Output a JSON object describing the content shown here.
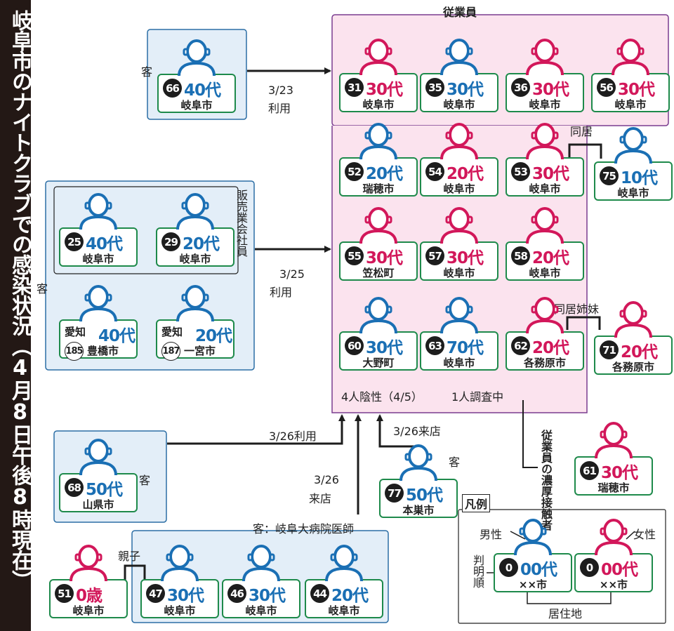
{
  "title": "岐阜市のナイトクラブでの感染状況（4月8日午後8時現在）",
  "colors": {
    "male": "#1a6fb4",
    "female": "#d2175a",
    "card_border": "#1e8a4b",
    "employee_bg": "#fbe3ee",
    "guest_bg": "#e3eef8"
  },
  "groups": {
    "employees": "従業員",
    "guest": "客",
    "sales_staff": "販売業会社員",
    "doctors": "客：岐阜大病院医師",
    "close_contact": "従業員の濃厚接触者",
    "legend": "凡例"
  },
  "edges": {
    "e1": "3/23",
    "e1b": "利用",
    "e2": "3/25",
    "e2b": "利用",
    "e3": "3/26利用",
    "e4": "3/26",
    "e4b": "来店",
    "e5": "3/26来店"
  },
  "notes": {
    "cohabit": "同居",
    "sisters": "同居姉妹",
    "parent_child": "親子",
    "negative": "4人陰性（4/5）",
    "investigating": "1人調査中"
  },
  "cases": [
    {
      "id": "66",
      "age": "40代",
      "city": "岐阜市",
      "sex": "male"
    },
    {
      "id": "31",
      "age": "30代",
      "city": "岐阜市",
      "sex": "female"
    },
    {
      "id": "35",
      "age": "30代",
      "city": "岐阜市",
      "sex": "male"
    },
    {
      "id": "36",
      "age": "30代",
      "city": "岐阜市",
      "sex": "female"
    },
    {
      "id": "56",
      "age": "30代",
      "city": "岐阜市",
      "sex": "female"
    },
    {
      "id": "52",
      "age": "20代",
      "city": "瑞穂市",
      "sex": "male"
    },
    {
      "id": "54",
      "age": "20代",
      "city": "岐阜市",
      "sex": "female"
    },
    {
      "id": "53",
      "age": "30代",
      "city": "岐阜市",
      "sex": "female"
    },
    {
      "id": "75",
      "age": "10代",
      "city": "岐阜市",
      "sex": "male"
    },
    {
      "id": "55",
      "age": "30代",
      "city": "笠松町",
      "sex": "female"
    },
    {
      "id": "57",
      "age": "30代",
      "city": "岐阜市",
      "sex": "female"
    },
    {
      "id": "58",
      "age": "20代",
      "city": "岐阜市",
      "sex": "female"
    },
    {
      "id": "60",
      "age": "30代",
      "city": "大野町",
      "sex": "male"
    },
    {
      "id": "63",
      "age": "70代",
      "city": "岐阜市",
      "sex": "male"
    },
    {
      "id": "62",
      "age": "20代",
      "city": "各務原市",
      "sex": "female"
    },
    {
      "id": "71",
      "age": "20代",
      "city": "各務原市",
      "sex": "female"
    },
    {
      "id": "25",
      "age": "40代",
      "city": "岐阜市",
      "sex": "male"
    },
    {
      "id": "29",
      "age": "20代",
      "city": "岐阜市",
      "sex": "male"
    },
    {
      "id": "185",
      "pref": "愛知",
      "age": "40代",
      "city": "豊橋市",
      "sex": "male"
    },
    {
      "id": "187",
      "pref": "愛知",
      "age": "20代",
      "city": "一宮市",
      "sex": "male"
    },
    {
      "id": "68",
      "age": "50代",
      "city": "山県市",
      "sex": "male"
    },
    {
      "id": "77",
      "age": "50代",
      "city": "本巣市",
      "sex": "male"
    },
    {
      "id": "61",
      "age": "30代",
      "city": "瑞穂市",
      "sex": "female"
    },
    {
      "id": "51",
      "age": "0歳",
      "city": "岐阜市",
      "sex": "female"
    },
    {
      "id": "47",
      "age": "30代",
      "city": "岐阜市",
      "sex": "male"
    },
    {
      "id": "46",
      "age": "30代",
      "city": "岐阜市",
      "sex": "male"
    },
    {
      "id": "44",
      "age": "20代",
      "city": "岐阜市",
      "sex": "male"
    }
  ],
  "legend": {
    "male_label": "男性",
    "female_label": "女性",
    "order_label": "判明順",
    "residence_label": "居住地",
    "sample_male": {
      "id": "0",
      "age": "00代",
      "city": "××市",
      "sex": "male"
    },
    "sample_female": {
      "id": "0",
      "age": "00代",
      "city": "××市",
      "sex": "female"
    }
  }
}
